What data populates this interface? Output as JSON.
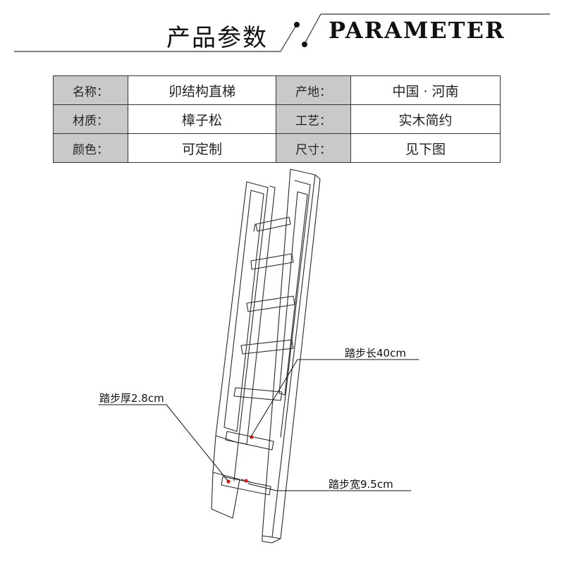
{
  "header": {
    "title_cn": "产品参数",
    "title_en": "PARAMETER"
  },
  "params_table": {
    "rows": [
      [
        {
          "label": "名称：",
          "value": "卯结构直梯"
        },
        {
          "label": "产地：",
          "value": "中国 · 河南"
        }
      ],
      [
        {
          "label": "材质：",
          "value": "樟子松"
        },
        {
          "label": "工艺：",
          "value": "实木简约"
        }
      ],
      [
        {
          "label": "颜色：",
          "value": "可定制"
        },
        {
          "label": "尺寸：",
          "value": "见下图"
        }
      ]
    ]
  },
  "annotations": {
    "tread_length": "踏步长40cm",
    "tread_thickness": "踏步厚2.8cm",
    "tread_width": "踏步宽9.5cm"
  },
  "colors": {
    "label_bg": "#c9c9c9",
    "marker": "#e02020",
    "line": "#222222"
  }
}
